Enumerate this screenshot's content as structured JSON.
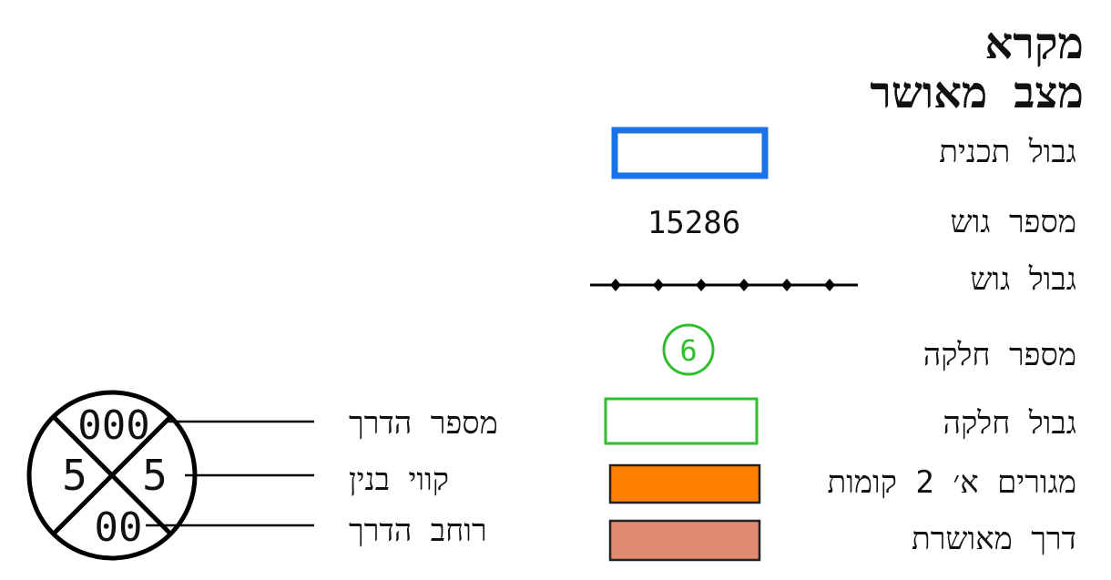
{
  "legend": {
    "title": "מקרא",
    "subtitle": "מצב מאושר",
    "items": [
      {
        "key": "plan_boundary",
        "label": "גבול תכנית",
        "color": "#1a73e8"
      },
      {
        "key": "block_number",
        "label": "מספר גוש",
        "value": "15286"
      },
      {
        "key": "block_boundary",
        "label": "גבול גוש",
        "color": "#000000"
      },
      {
        "key": "parcel_number",
        "label": "מספר חלקה",
        "value": "6",
        "color": "#2fbf2f"
      },
      {
        "key": "parcel_boundary",
        "label": "גבול חלקה",
        "color": "#2fbf2f"
      },
      {
        "key": "residential_a",
        "label": "מגורים א׳ 2 קומות",
        "color": "#ff7f00"
      },
      {
        "key": "approved_road",
        "label": "דרך מאושרת",
        "color": "#de8a70"
      }
    ]
  },
  "road_symbol": {
    "road_number_label": "מספר הדרך",
    "building_lines_label": "קווי בנין",
    "road_width_label": "רוחב הדרך",
    "road_number": "000",
    "building_line_left": "5",
    "building_line_right": "5",
    "road_width": "00"
  }
}
